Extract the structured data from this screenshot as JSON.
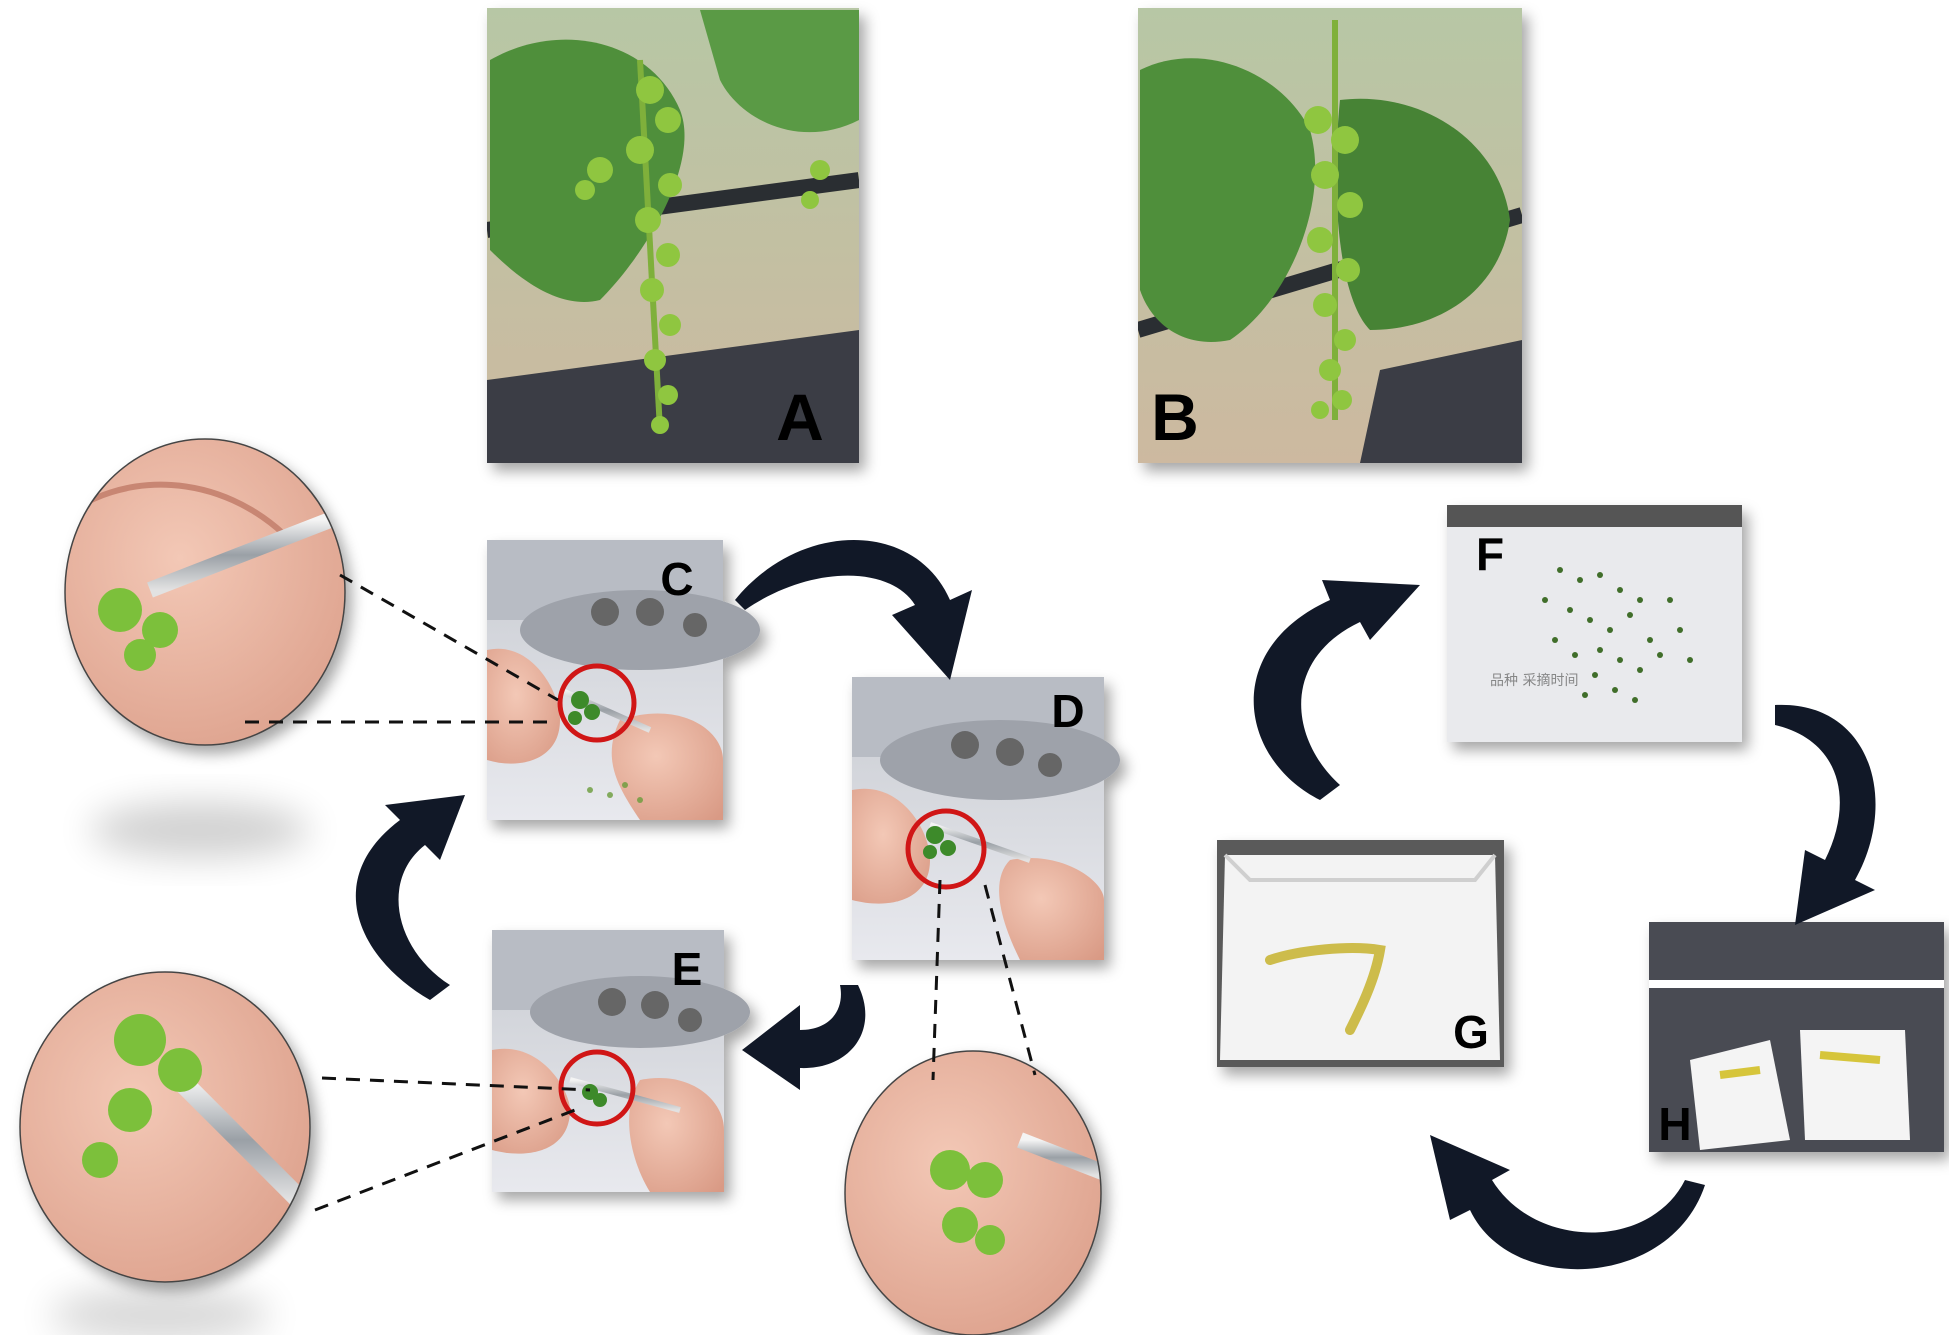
{
  "figure": {
    "panels": [
      {
        "id": "A",
        "label": "A",
        "subject": "grape-inflorescence-on-vine"
      },
      {
        "id": "B",
        "label": "B",
        "subject": "grape-inflorescence-on-vine"
      },
      {
        "id": "C",
        "label": "C",
        "subject": "emasculation-with-tweezers"
      },
      {
        "id": "D",
        "label": "D",
        "subject": "emasculation-with-tweezers"
      },
      {
        "id": "E",
        "label": "E",
        "subject": "emasculation-with-tweezers"
      },
      {
        "id": "F",
        "label": "F",
        "subject": "collected-anthers-on-paper"
      },
      {
        "id": "G",
        "label": "G",
        "subject": "pollen-on-paper-tray"
      },
      {
        "id": "H",
        "label": "H",
        "subject": "paper-trays-under-lamp"
      }
    ],
    "cycles": [
      {
        "name": "left-cycle",
        "order": [
          "C",
          "D",
          "E",
          "C"
        ]
      },
      {
        "name": "right-cycle",
        "order": [
          "F",
          "H",
          "G",
          "F"
        ]
      }
    ],
    "handwriting_on_F": "品种 采摘时间",
    "colors": {
      "leaf": "#4f8f3a",
      "leaf_dark": "#3a7128",
      "flower": "#8fc640",
      "soil": "#c9b7a0",
      "plastic": "#3b3e44",
      "skin": "#e9b7a3",
      "highlight_ring": "#d01818",
      "arrow": "#111827",
      "pollen": "#c9b63a"
    }
  }
}
